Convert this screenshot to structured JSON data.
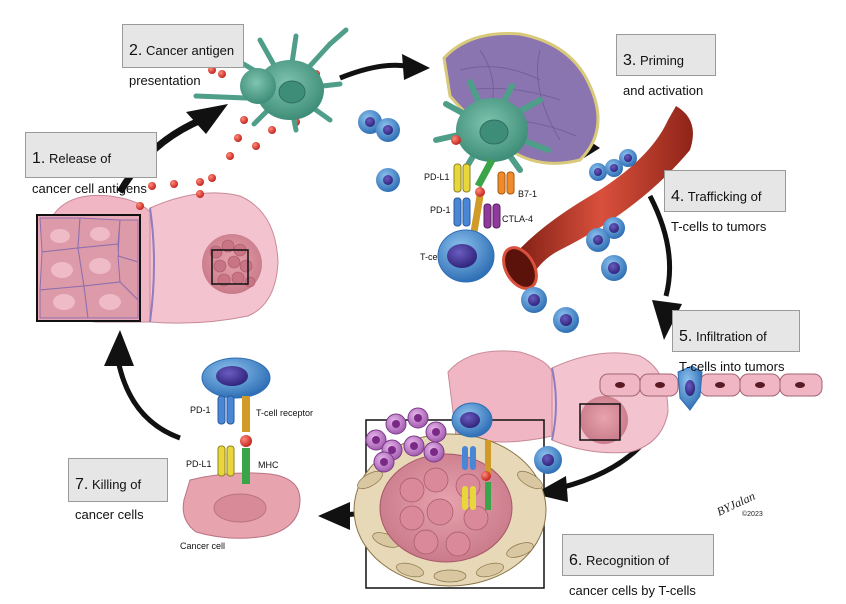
{
  "steps": [
    {
      "num": "1.",
      "line1": "Release of",
      "line2": "cancer cell antigens"
    },
    {
      "num": "2.",
      "line1": "Cancer antigen",
      "line2": "presentation"
    },
    {
      "num": "3.",
      "line1": "Priming",
      "line2": "and activation"
    },
    {
      "num": "4.",
      "line1": "Trafficking of",
      "line2": "T-cells to tumors"
    },
    {
      "num": "5.",
      "line1": "Infiltration of",
      "line2": "T-cells into tumors"
    },
    {
      "num": "6.",
      "line1": "Recognition of",
      "line2": "cancer cells by T-cells"
    },
    {
      "num": "7.",
      "line1": "Killing of",
      "line2": "cancer cells"
    }
  ],
  "labels": {
    "pd_l1_top": "PD-L1",
    "pd_1_top": "PD-1",
    "b7_1": "B7-1",
    "ctla_4": "CTLA-4",
    "t_cell_cut": "T-ce",
    "pd_1_bottom": "PD-1",
    "t_cell_receptor": "T-cell receptor",
    "pd_l1_bottom": "PD-L1",
    "mhc": "MHC",
    "cancer_cell": "Cancer cell",
    "signature": "BYJalan",
    "signature_year": "©2023"
  },
  "colors": {
    "tissue_pink": "#f2b8c6",
    "tumor_pink": "#d98a9a",
    "dendritic_green": "#4f9e8a",
    "tcell_blue": "#3a7fc4",
    "tcell_nucleus": "#3b2d8f",
    "vessel_red": "#c0392b",
    "lymph_purple": "#8e7bb5",
    "antigen_red": "#d6312a",
    "arrow_black": "#111111"
  }
}
